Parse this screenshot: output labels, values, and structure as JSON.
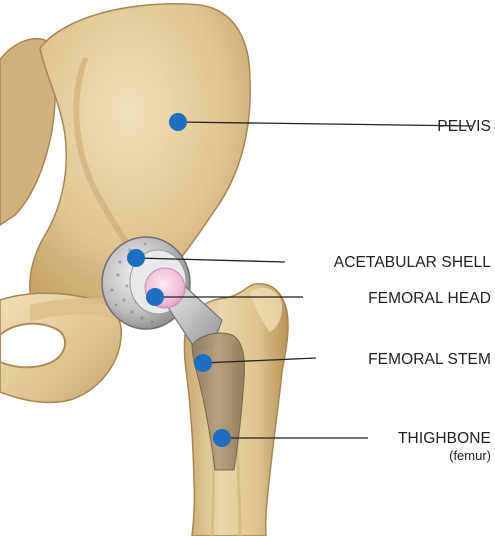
{
  "colors": {
    "bone_light": "#e8d3a6",
    "bone_mid": "#d9bd88",
    "bone_dark": "#b89762",
    "bone_edge": "#9c7a48",
    "metal_light": "#e6e6e6",
    "metal_mid": "#b9b9b9",
    "metal_dark": "#8f8f8f",
    "head_pink": "#f2c6dc",
    "stem_brown": "#9a8566",
    "marker_blue": "#1e6fc0",
    "leader_line": "#222222"
  },
  "labels": {
    "pelvis": "PELVIS",
    "acetabular_shell": "ACETABULAR SHELL",
    "femoral_head": "FEMORAL HEAD",
    "femoral_stem": "FEMORAL STEM",
    "thighbone": "THIGHBONE",
    "thighbone_sub": "(femur)"
  }
}
